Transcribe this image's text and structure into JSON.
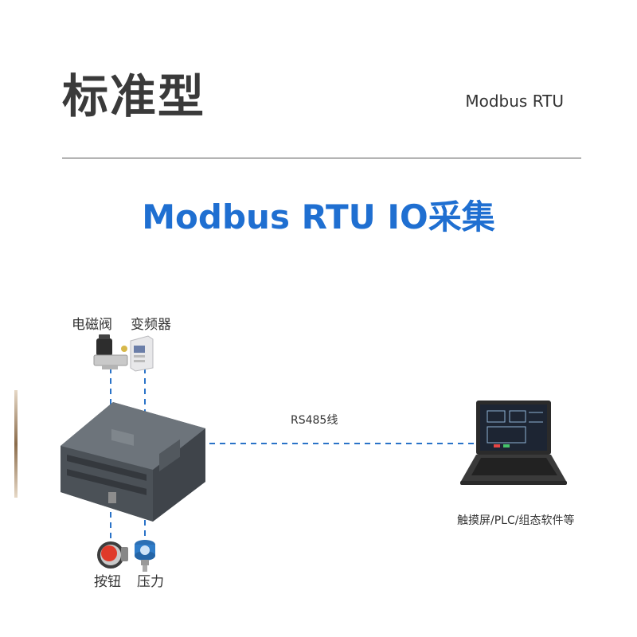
{
  "header": {
    "title": "标准型",
    "protocol": "Modbus RTU"
  },
  "diagram": {
    "heading": "Modbus RTU IO采集",
    "devices": {
      "solenoid_valve": "电磁阀",
      "inverter": "变频器",
      "button": "按钮",
      "pressure": "压力"
    },
    "link_label": "RS485线",
    "host_label": "触摸屏/PLC/组态软件等"
  },
  "colors": {
    "accent": "#1f6fd1",
    "connector": "#2a73c8"
  }
}
